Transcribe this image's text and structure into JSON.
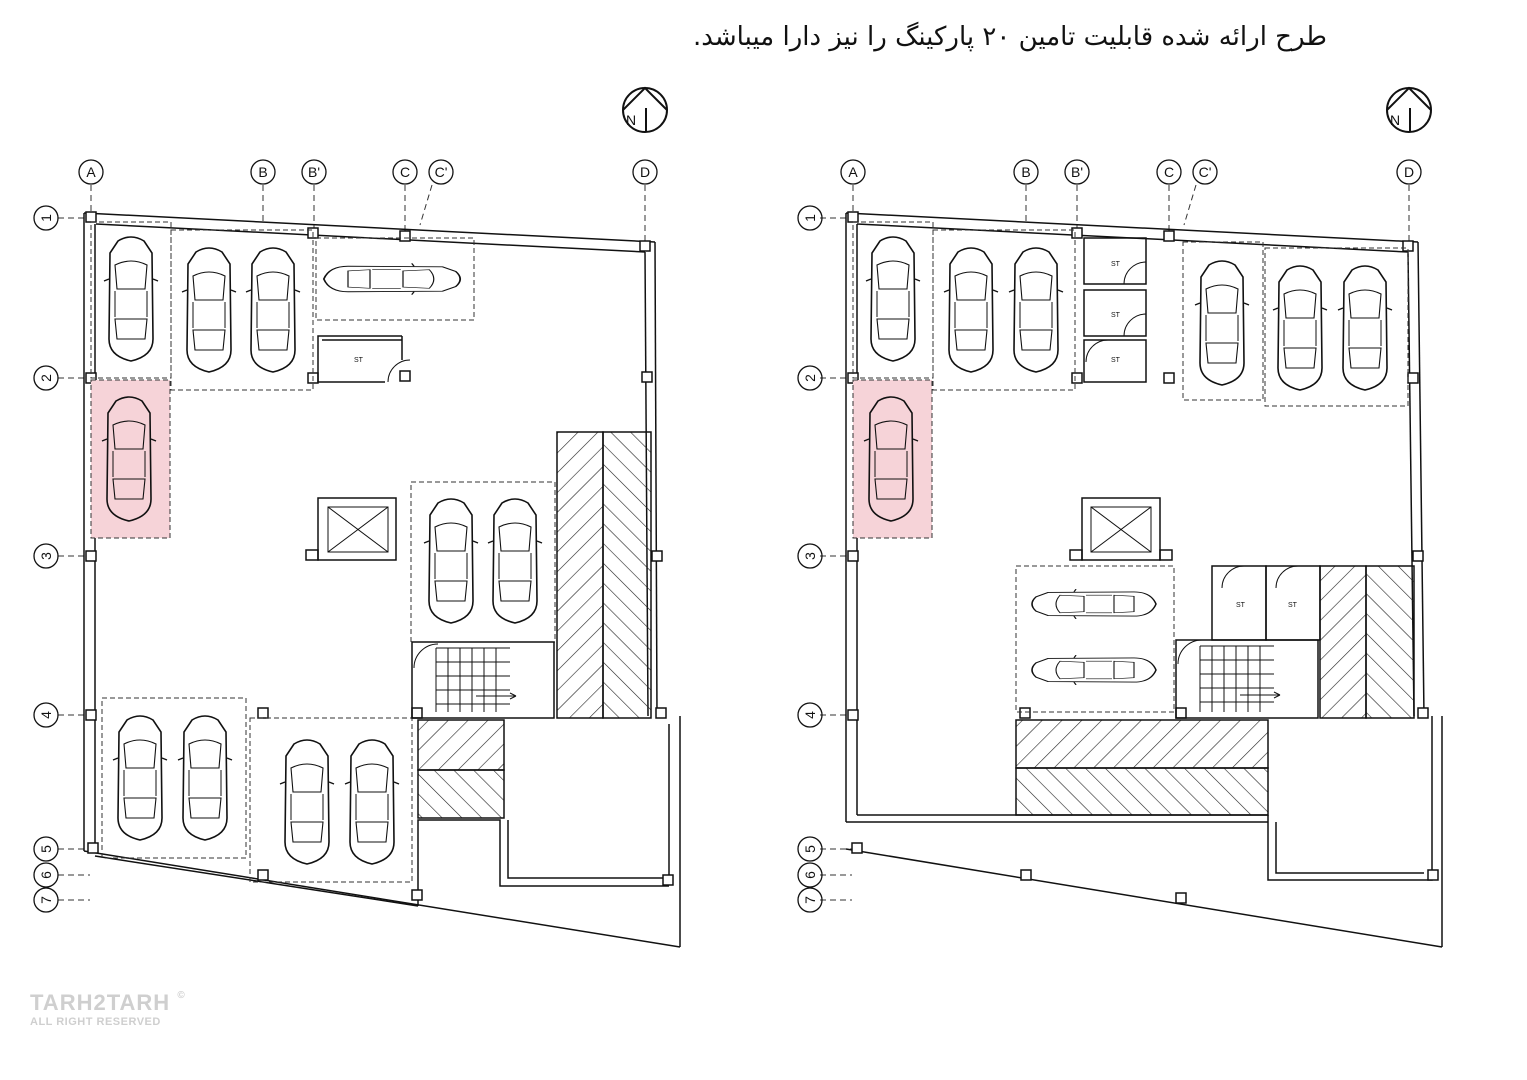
{
  "header": {
    "title": "طرح ارائه شده قابلیت تامین ۲۰ پارکینگ را نیز دارا میباشد."
  },
  "north": {
    "label": "N"
  },
  "grid": {
    "columns": [
      "A",
      "B",
      "B'",
      "C",
      "C'",
      "D"
    ],
    "rows": [
      "1",
      "2",
      "3",
      "4",
      "5",
      "6",
      "7"
    ]
  },
  "store_label": "ST",
  "colors": {
    "highlight": "#f6d3d8",
    "line": "#111111",
    "hatch": "#222222"
  },
  "watermark": {
    "brand": "TARH2TARH",
    "copyright": "©",
    "rights": "ALL RIGHT RESERVED"
  }
}
